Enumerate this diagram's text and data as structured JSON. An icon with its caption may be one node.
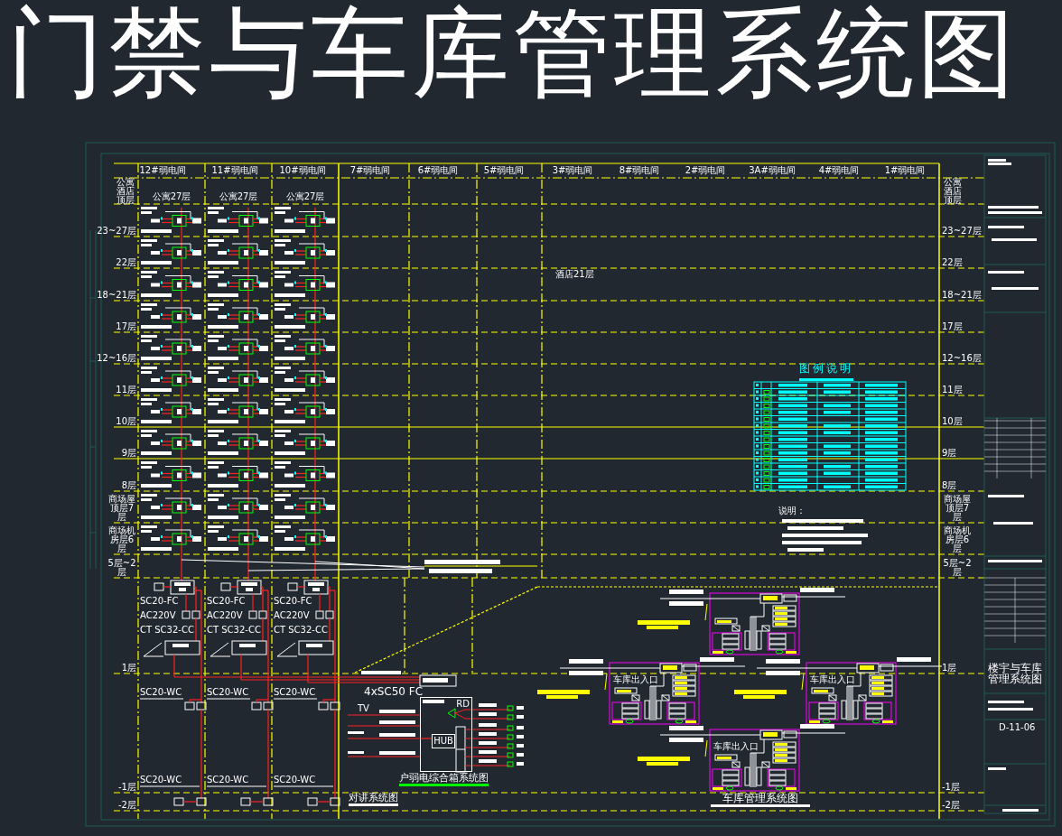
{
  "diagram": {
    "title": "门禁与车库管理系统图",
    "nodes": [
      {
        "text": [
          "RD"
        ]
      },
      {
        "text": [
          "HUB"
        ],
        "in": 0
      }
    ],
    "labels": [
      "12#弱电间",
      "11#弱电间",
      "10#弱电间",
      "7#弱电间",
      "6#弱电间",
      "5#弱电间",
      "3#弱电间",
      "8#弱电间",
      "2#弱电间",
      "3A#弱电间",
      "4#弱电间",
      "1#弱电间",
      "公寓酒店顶层",
      "公寓27层",
      "公寓27层",
      "公寓27层",
      "公寓酒店顶层",
      "23~27层",
      "22层",
      "18~21层",
      "17层",
      "12~16层",
      "11层",
      "10层",
      "9层",
      "8层",
      "商场屋顶层7层",
      "商场机房层6层",
      "5层~2层",
      "1层",
      "-1层",
      "-2层",
      "23~27层",
      "22层",
      "18~21层",
      "17层",
      "12~16层",
      "11层",
      "10层",
      "9层",
      "8层",
      "商场屋顶层7层",
      "商场机房层6层",
      "5层~2层",
      "1层",
      "-1层",
      "-2层",
      "酒店21层",
      "图例说明",
      "说明：",
      "4xSC50 FC",
      "SC20-FC",
      "SC20-FC",
      "SC20-FC",
      "AC220V",
      "AC220V",
      "AC220V",
      "CT SC32-CC",
      "CT SC32-CC",
      "CT SC32-CC",
      "SC20-WC",
      "SC20-WC",
      "SC20-WC",
      "SC20-WC",
      "SC20-WC",
      "SC20-WC",
      "户弱电综合箱系统图",
      "对讲系统图",
      "车库出入口",
      "车库出入口",
      "车库出入口",
      "车库管理系统图",
      "楼宇与车库管理系统图",
      "D-11-06",
      "TV"
    ]
  }
}
